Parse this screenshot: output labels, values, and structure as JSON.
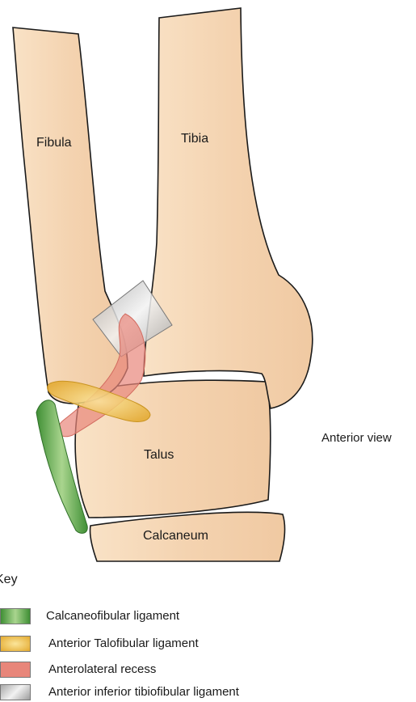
{
  "labels": {
    "fibula": "Fibula",
    "tibia": "Tibia",
    "talus": "Talus",
    "calcaneum": "Calcaneum",
    "view": "Anterior view"
  },
  "key": {
    "title": "Key",
    "items": [
      {
        "label": "Calcaneofibular ligament",
        "color": "#5fa84a"
      },
      {
        "label": "Anterior Talofibular ligament",
        "color": "#e6b53e"
      },
      {
        "label": "Anterolateral recess",
        "color": "#e8867a"
      },
      {
        "label": "Anterior inferior tibiofibular ligament",
        "color": "#c9c9c9"
      }
    ]
  },
  "colors": {
    "bone": "#f6d9b9",
    "outline": "#1a1a1a"
  }
}
